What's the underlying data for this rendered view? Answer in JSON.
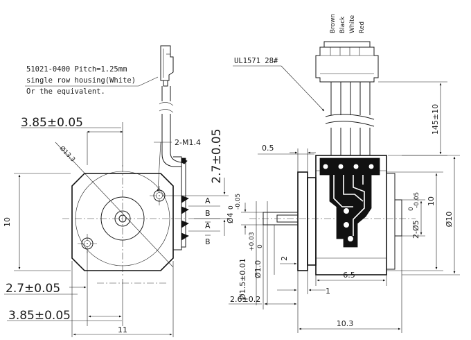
{
  "note": {
    "line1": "51021-0400 Pitch=1.25mm",
    "line2": "single row housing(White)",
    "line3": "Or the equivalent."
  },
  "wires": [
    "Brown",
    "Black",
    "White",
    "Red"
  ],
  "cable_label": "UL1571 28#",
  "left_view": {
    "dim_top_width": "3.85±0.05",
    "dim_bottom_width": "3.85±0.05",
    "dim_diameter": "Ø13.3",
    "dim_thread": "2-M1.4",
    "dim_height": "10",
    "dim_vertical": "2.7±0.05",
    "dim_left_offset": "2.7±0.05",
    "dim_bottom": "11",
    "terminals": [
      "A",
      "B",
      "A",
      "B"
    ],
    "terminals_overbar": [
      false,
      false,
      true,
      true
    ]
  },
  "right_view": {
    "dim_cable_length": "145±10",
    "dim_flange": "0.5",
    "dim_shaft_dia": "Ø4",
    "dim_shaft_tol_upper": "0",
    "dim_shaft_tol_lower": "-0.05",
    "dim_shaft_tip": "Ø1.5±0.01",
    "dim_shaft_tip2": "Ø1.0",
    "dim_shaft_tip2_tol_upper": "+0.03",
    "dim_shaft_tip2_tol_lower": "0",
    "dim_gap": "2",
    "dim_body": "6.5",
    "dim_one": "1",
    "dim_shaft_len": "2.6±0.2",
    "dim_overall": "10.3",
    "dim_height": "10",
    "dim_boss": "2-Ø5",
    "dim_boss_tol_upper": "0",
    "dim_boss_tol_lower": "-0.05",
    "dim_outer_dia": "Ø10"
  }
}
